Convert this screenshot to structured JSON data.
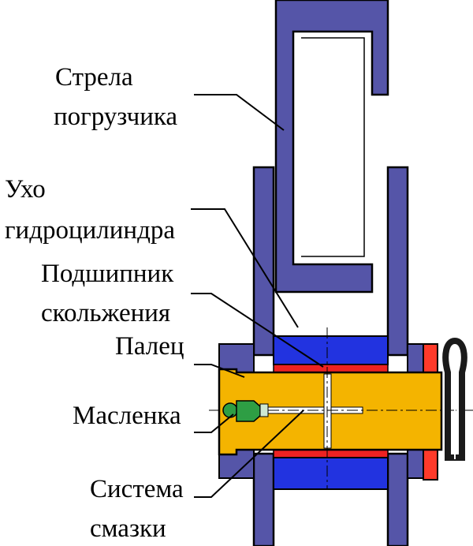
{
  "labels": {
    "boom_line1": "Стрела",
    "boom_line2": "погрузчика",
    "ear_line1": "Ухо",
    "ear_line2": "гидроцилиндра",
    "bearing_line1": "Подшипник",
    "bearing_line2": "скольжения",
    "pin": "Палец",
    "grease_fitting": "Масленка",
    "lube_line1": "Система",
    "lube_line2": "смазки"
  },
  "colors": {
    "boom": "#5555a8",
    "bearing": "#2233e0",
    "bearing_liner": "#ee2222",
    "pin": "#f4b400",
    "lube_channel": "#ffffff",
    "grease_fitting": "#2e9e44",
    "cotter_pin": "#1a1a1a",
    "washer": "#ff3a2a",
    "outline": "#000000"
  }
}
